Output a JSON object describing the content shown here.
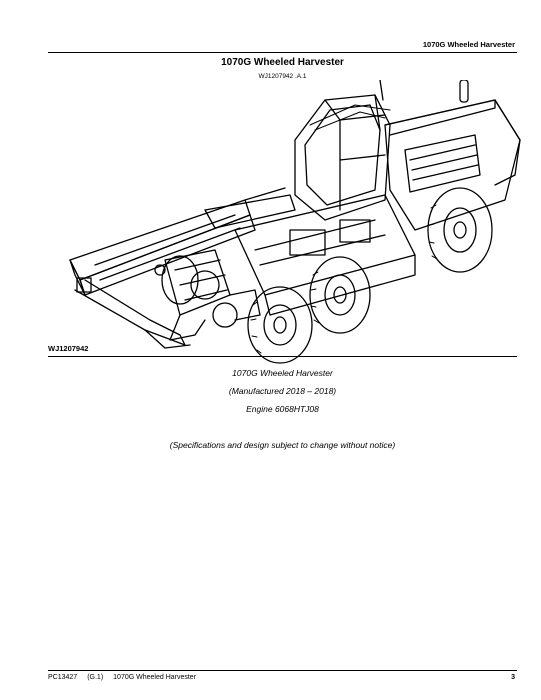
{
  "header": {
    "title": "1070G Wheeled Harvester"
  },
  "page": {
    "title": "1070G Wheeled Harvester",
    "figure_id": "WJ1207942 .A.1",
    "figure_label": "WJ1207942",
    "captions": [
      "1070G Wheeled Harvester",
      "(Manufactured 2018 – 2018)",
      "Engine 6068HTJ08",
      "(Specifications and design subject to change without notice)"
    ]
  },
  "footer": {
    "doc_number": "PC13427",
    "version": "(G.1)",
    "title": "1070G Wheeled Harvester",
    "page_number": "3"
  }
}
